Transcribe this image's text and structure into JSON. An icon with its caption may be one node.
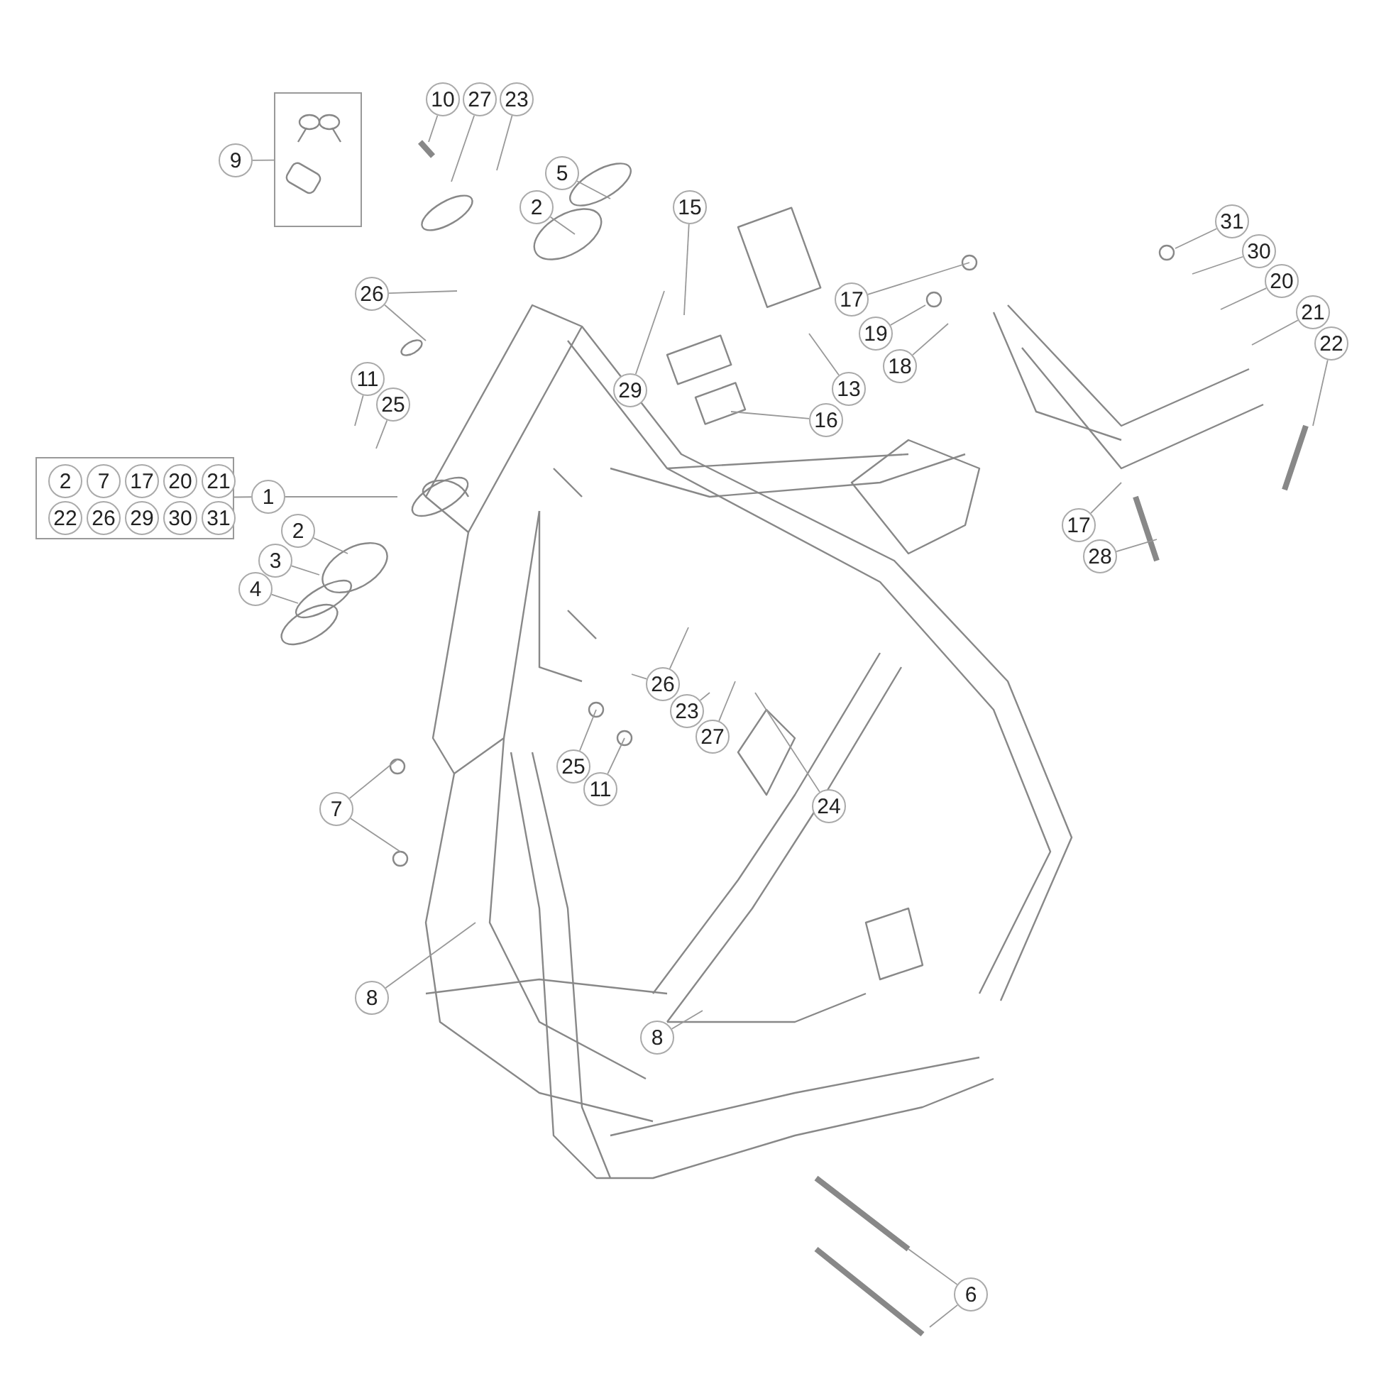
{
  "diagram": {
    "nodes": [
      {
        "text": [
          "9"
        ]
      },
      {
        "text": [],
        "shape": "box"
      },
      {
        "text": [
          "10"
        ]
      },
      {
        "text": [
          "27"
        ]
      },
      {
        "text": [
          "23"
        ]
      },
      {
        "text": [
          "5"
        ]
      },
      {
        "text": [
          "2"
        ]
      },
      {
        "text": [
          "15"
        ]
      },
      {
        "text": [
          "26"
        ]
      },
      {
        "text": [
          "17"
        ]
      },
      {
        "text": [
          "31"
        ]
      },
      {
        "text": [
          "30"
        ]
      },
      {
        "text": [
          "19"
        ]
      },
      {
        "text": [
          "20"
        ]
      },
      {
        "text": [
          "18"
        ]
      },
      {
        "text": [
          "21"
        ]
      },
      {
        "text": [
          "22"
        ]
      },
      {
        "text": [
          "29"
        ]
      },
      {
        "text": [
          "13"
        ]
      },
      {
        "text": [
          "16"
        ]
      },
      {
        "text": [
          "11"
        ]
      },
      {
        "text": [
          "25"
        ]
      },
      {
        "text": [],
        "shape": "box"
      },
      {
        "text": [
          "2"
        ],
        "in": 22
      },
      {
        "text": [
          "7"
        ],
        "in": 22
      },
      {
        "text": [
          "17"
        ],
        "in": 22
      },
      {
        "text": [
          "20"
        ],
        "in": 22
      },
      {
        "text": [
          "21"
        ],
        "in": 22
      },
      {
        "text": [
          "22"
        ],
        "in": 22
      },
      {
        "text": [
          "26"
        ],
        "in": 22
      },
      {
        "text": [
          "29"
        ],
        "in": 22
      },
      {
        "text": [
          "30"
        ],
        "in": 22
      },
      {
        "text": [
          "31"
        ],
        "in": 22
      },
      {
        "text": [
          "1"
        ]
      },
      {
        "text": [
          "17"
        ]
      },
      {
        "text": [
          "28"
        ]
      },
      {
        "text": [
          "2"
        ]
      },
      {
        "text": [
          "3"
        ]
      },
      {
        "text": [
          "4"
        ]
      },
      {
        "text": [
          "26"
        ]
      },
      {
        "text": [
          "23"
        ]
      },
      {
        "text": [
          "27"
        ]
      },
      {
        "text": [
          "25"
        ]
      },
      {
        "text": [
          "11"
        ]
      },
      {
        "text": [
          "24"
        ]
      },
      {
        "text": [
          "7"
        ]
      },
      {
        "text": [
          "8"
        ]
      },
      {
        "text": [
          "8"
        ]
      },
      {
        "text": [
          "6"
        ]
      }
    ],
    "edges": [
      {
        "from": 0,
        "to": 1,
        "arrow": "none"
      },
      {
        "from": 2,
        "to": null,
        "arrow": "none"
      },
      {
        "from": 3,
        "to": null,
        "arrow": "none"
      },
      {
        "from": 4,
        "to": null,
        "arrow": "none"
      },
      {
        "from": 5,
        "to": null,
        "arrow": "none"
      },
      {
        "from": 6,
        "to": null,
        "arrow": "none"
      },
      {
        "from": 7,
        "to": null,
        "arrow": "none"
      },
      {
        "from": 8,
        "to": null,
        "arrow": "none"
      },
      {
        "from": 8,
        "to": null,
        "arrow": "none"
      },
      {
        "from": 9,
        "to": null,
        "arrow": "none"
      },
      {
        "from": 10,
        "to": null,
        "arrow": "none"
      },
      {
        "from": 11,
        "to": null,
        "arrow": "none"
      },
      {
        "from": 12,
        "to": null,
        "arrow": "none"
      },
      {
        "from": 13,
        "to": null,
        "arrow": "none"
      },
      {
        "from": 14,
        "to": null,
        "arrow": "none"
      },
      {
        "from": 15,
        "to": null,
        "arrow": "none"
      },
      {
        "from": 16,
        "to": null,
        "arrow": "none"
      },
      {
        "from": 17,
        "to": null,
        "arrow": "none"
      },
      {
        "from": 18,
        "to": null,
        "arrow": "none"
      },
      {
        "from": 19,
        "to": null,
        "arrow": "none"
      },
      {
        "from": 20,
        "to": null,
        "arrow": "none"
      },
      {
        "from": 21,
        "to": null,
        "arrow": "none"
      },
      {
        "from": 22,
        "to": 33,
        "arrow": "none"
      },
      {
        "from": 33,
        "to": null,
        "arrow": "none"
      },
      {
        "from": 34,
        "to": null,
        "arrow": "none"
      },
      {
        "from": 35,
        "to": null,
        "arrow": "none"
      },
      {
        "from": 36,
        "to": null,
        "arrow": "none"
      },
      {
        "from": 37,
        "to": null,
        "arrow": "none"
      },
      {
        "from": 38,
        "to": null,
        "arrow": "none"
      },
      {
        "from": 39,
        "to": null,
        "arrow": "none"
      },
      {
        "from": 39,
        "to": null,
        "arrow": "none"
      },
      {
        "from": 40,
        "to": null,
        "arrow": "none"
      },
      {
        "from": 41,
        "to": null,
        "arrow": "none"
      },
      {
        "from": 42,
        "to": null,
        "arrow": "none"
      },
      {
        "from": 43,
        "to": null,
        "arrow": "none"
      },
      {
        "from": 44,
        "to": null,
        "arrow": "none"
      },
      {
        "from": 45,
        "to": null,
        "arrow": "none"
      },
      {
        "from": 45,
        "to": null,
        "arrow": "none"
      },
      {
        "from": 46,
        "to": null,
        "arrow": "none"
      },
      {
        "from": 47,
        "to": null,
        "arrow": "none"
      },
      {
        "from": 48,
        "to": null,
        "arrow": "none"
      },
      {
        "from": 48,
        "to": null,
        "arrow": "none"
      }
    ]
  }
}
